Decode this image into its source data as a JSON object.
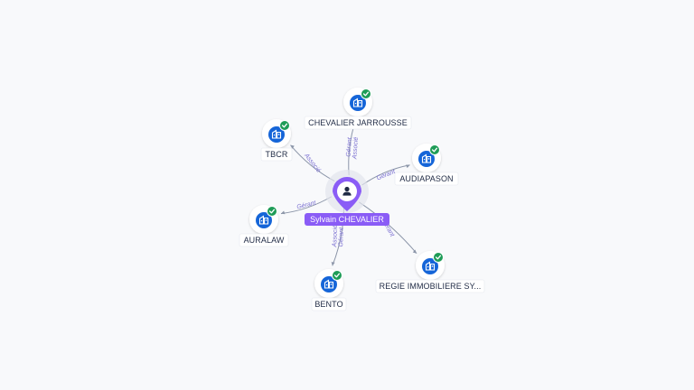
{
  "center": {
    "name": "Sylvain CHEVALIER",
    "icon": "person-icon",
    "color": "#8a5cf6"
  },
  "companies": [
    {
      "id": "chevalier-jarrousse",
      "name": "CHEVALIER JARROUSSE",
      "icon": "building-icon",
      "verified": true,
      "roles": [
        "Gérant",
        "Associé"
      ]
    },
    {
      "id": "tbcr",
      "name": "TBCR",
      "icon": "building-icon",
      "verified": true,
      "roles": [
        "Associé"
      ]
    },
    {
      "id": "audiapason",
      "name": "AUDIAPASON",
      "icon": "building-icon",
      "verified": true,
      "roles": [
        "Gérant"
      ]
    },
    {
      "id": "auralaw",
      "name": "AURALAW",
      "icon": "building-icon",
      "verified": true,
      "roles": [
        "Gérant"
      ]
    },
    {
      "id": "regie",
      "name": "REGIE IMMOBILIERE SY...",
      "icon": "building-icon",
      "verified": true,
      "roles": [
        "Gérant"
      ]
    },
    {
      "id": "bento",
      "name": "BENTO",
      "icon": "building-icon",
      "verified": true,
      "roles": [
        "Gérant",
        "Associé"
      ]
    }
  ],
  "colors": {
    "company_icon": "#1565d8",
    "verified_badge": "#1e9c57",
    "edge": "#8b95a8",
    "edge_label": "#7a6fd1"
  }
}
